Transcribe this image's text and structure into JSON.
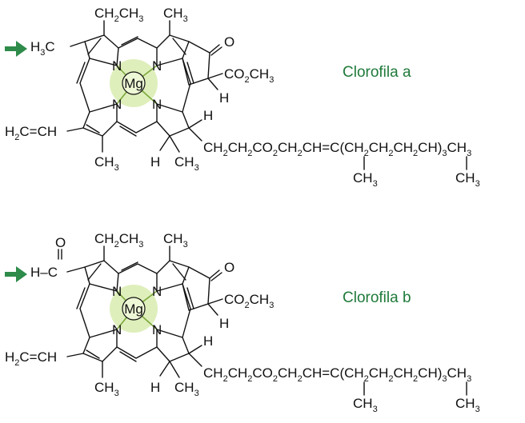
{
  "colors": {
    "name_label": "#1f7a3a",
    "arrow": "#2e8b4a",
    "mg_highlight": "#d9ecb0"
  },
  "molecules": [
    {
      "name": "Clorofila a",
      "top_left": "CH_2CH_3",
      "top_right": "CH_3",
      "left_group": "H_3C",
      "metal": "Mg",
      "nitrogen": "N",
      "ketone_o": "O",
      "ester": "CO_2CH_3",
      "h": "H",
      "vinyl": "H_2C=CH",
      "bottom_ch3": "CH_3",
      "chain": "CH_2CH_2CO_2CH_2CH=C(CH_2CH_2CH_2CH)_3CH_3",
      "branch": "CH_3"
    },
    {
      "name": "Clorofila b",
      "top_left": "CH_2CH_3",
      "top_right": "CH_3",
      "left_group": "H–C",
      "aldehyde_o": "O",
      "metal": "Mg",
      "nitrogen": "N",
      "ketone_o": "O",
      "ester": "CO_2CH_3",
      "h": "H",
      "vinyl": "H_2C=CH",
      "bottom_ch3": "CH_3",
      "chain": "CH_2CH_2CO_2CH_2CH=C(CH_2CH_2CH_2CH)_3CH_3",
      "branch": "CH_3"
    }
  ]
}
